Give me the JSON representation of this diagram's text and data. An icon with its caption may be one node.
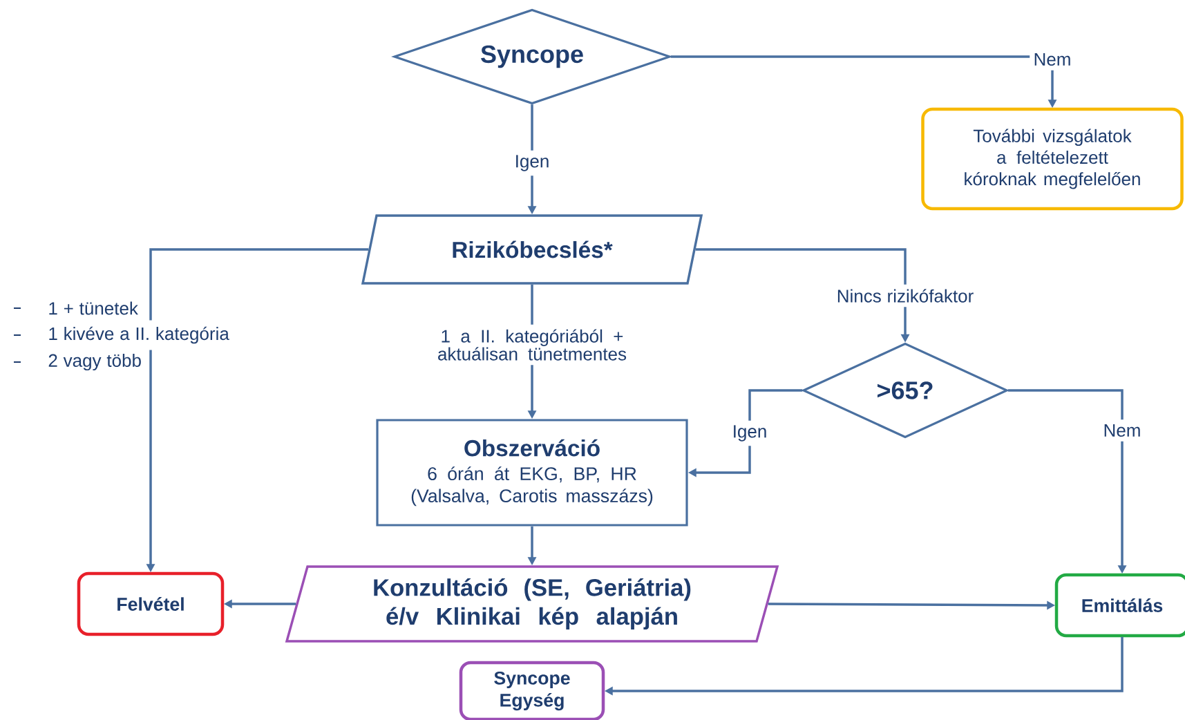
{
  "diagram": {
    "nodes": [
      {
        "text": [
          "Syncope"
        ]
      },
      {
        "text": [
          "További vizsgálatok a feltételezett kóroknak megfelelően"
        ]
      },
      {
        "text": [
          "Rizikóbecslés*"
        ]
      },
      {
        "text": [
          ">65?"
        ]
      },
      {
        "text": [
          "Obszerváció",
          "6 órán át EKG, BP, HR (Valsalva, Carotis masszázs)"
        ]
      },
      {
        "text": [
          "Felvétel"
        ]
      },
      {
        "text": [
          "Konzultáció (SE, Geriátria) é/v Klinikai kép alapján"
        ]
      },
      {
        "text": [
          "Emittálás"
        ]
      },
      {
        "text": [
          "Syncope Egység"
        ]
      }
    ],
    "edges": [
      {
        "from": 0,
        "to": 1,
        "arrow": "to",
        "label": "Nem"
      },
      {
        "from": 0,
        "to": 2,
        "arrow": "to",
        "label": "Igen"
      },
      {
        "from": 2,
        "to": 5,
        "arrow": "to"
      },
      {
        "from": 2,
        "to": 4,
        "arrow": "to",
        "label": "1 a II. kategóriából + aktuálisan tünetmentes"
      },
      {
        "from": 2,
        "to": 3,
        "arrow": "to",
        "label": "Nincs rizikófaktor"
      },
      {
        "from": 3,
        "to": 4,
        "arrow": "to",
        "label": "Igen"
      },
      {
        "from": 3,
        "to": 7,
        "arrow": "to",
        "label": "Nem"
      },
      {
        "from": 4,
        "to": 6,
        "arrow": "to"
      },
      {
        "from": 6,
        "to": 5,
        "arrow": "to"
      },
      {
        "from": 6,
        "to": 7,
        "arrow": "to"
      },
      {
        "from": 7,
        "to": 8,
        "arrow": "to"
      }
    ],
    "labels": [
      "1 + tünetek",
      "1 kivéve a II. kategória",
      "2 vagy több"
    ]
  }
}
